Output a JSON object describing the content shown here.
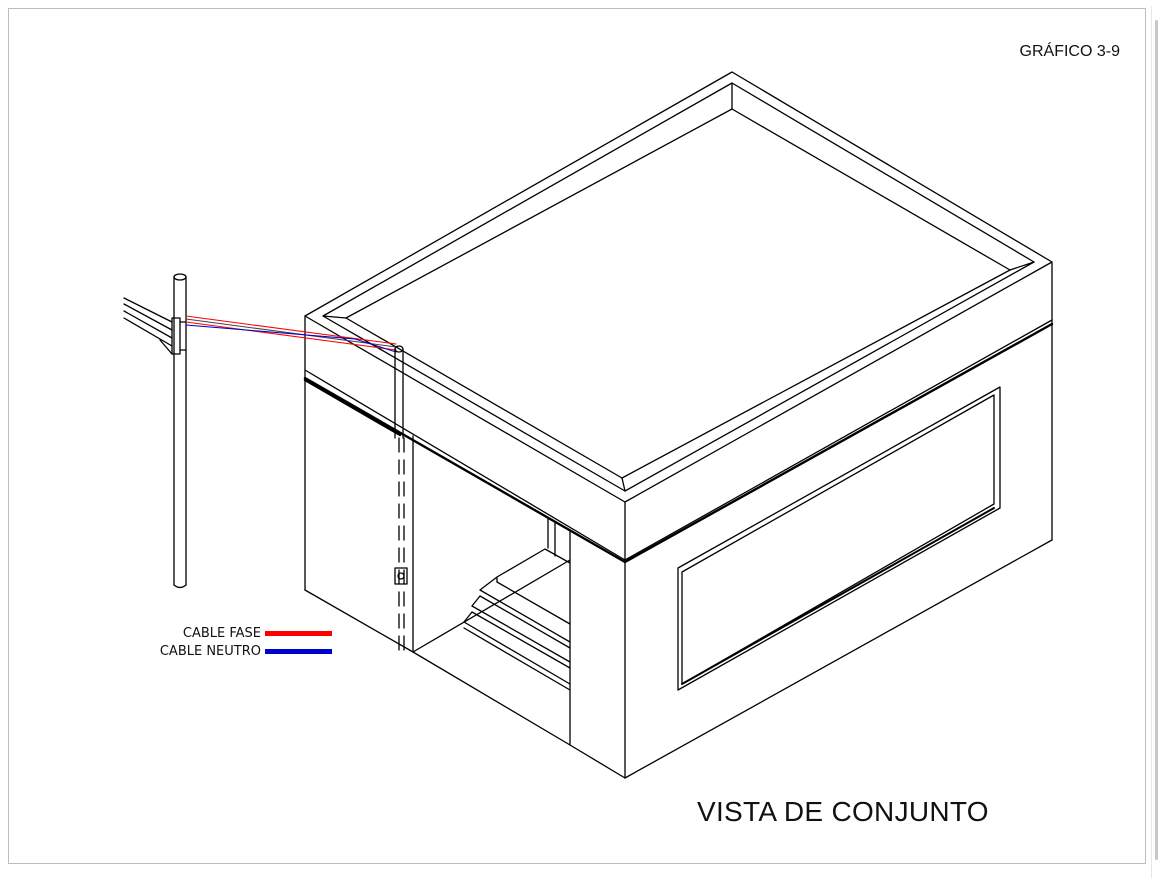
{
  "figure_label": "GRÁFICO 3-9",
  "title": "VISTA DE CONJUNTO",
  "legend": [
    {
      "label": "CABLE FASE",
      "color": "#ff0000"
    },
    {
      "label": "CABLE NEUTRO",
      "color": "#0000cc"
    }
  ]
}
